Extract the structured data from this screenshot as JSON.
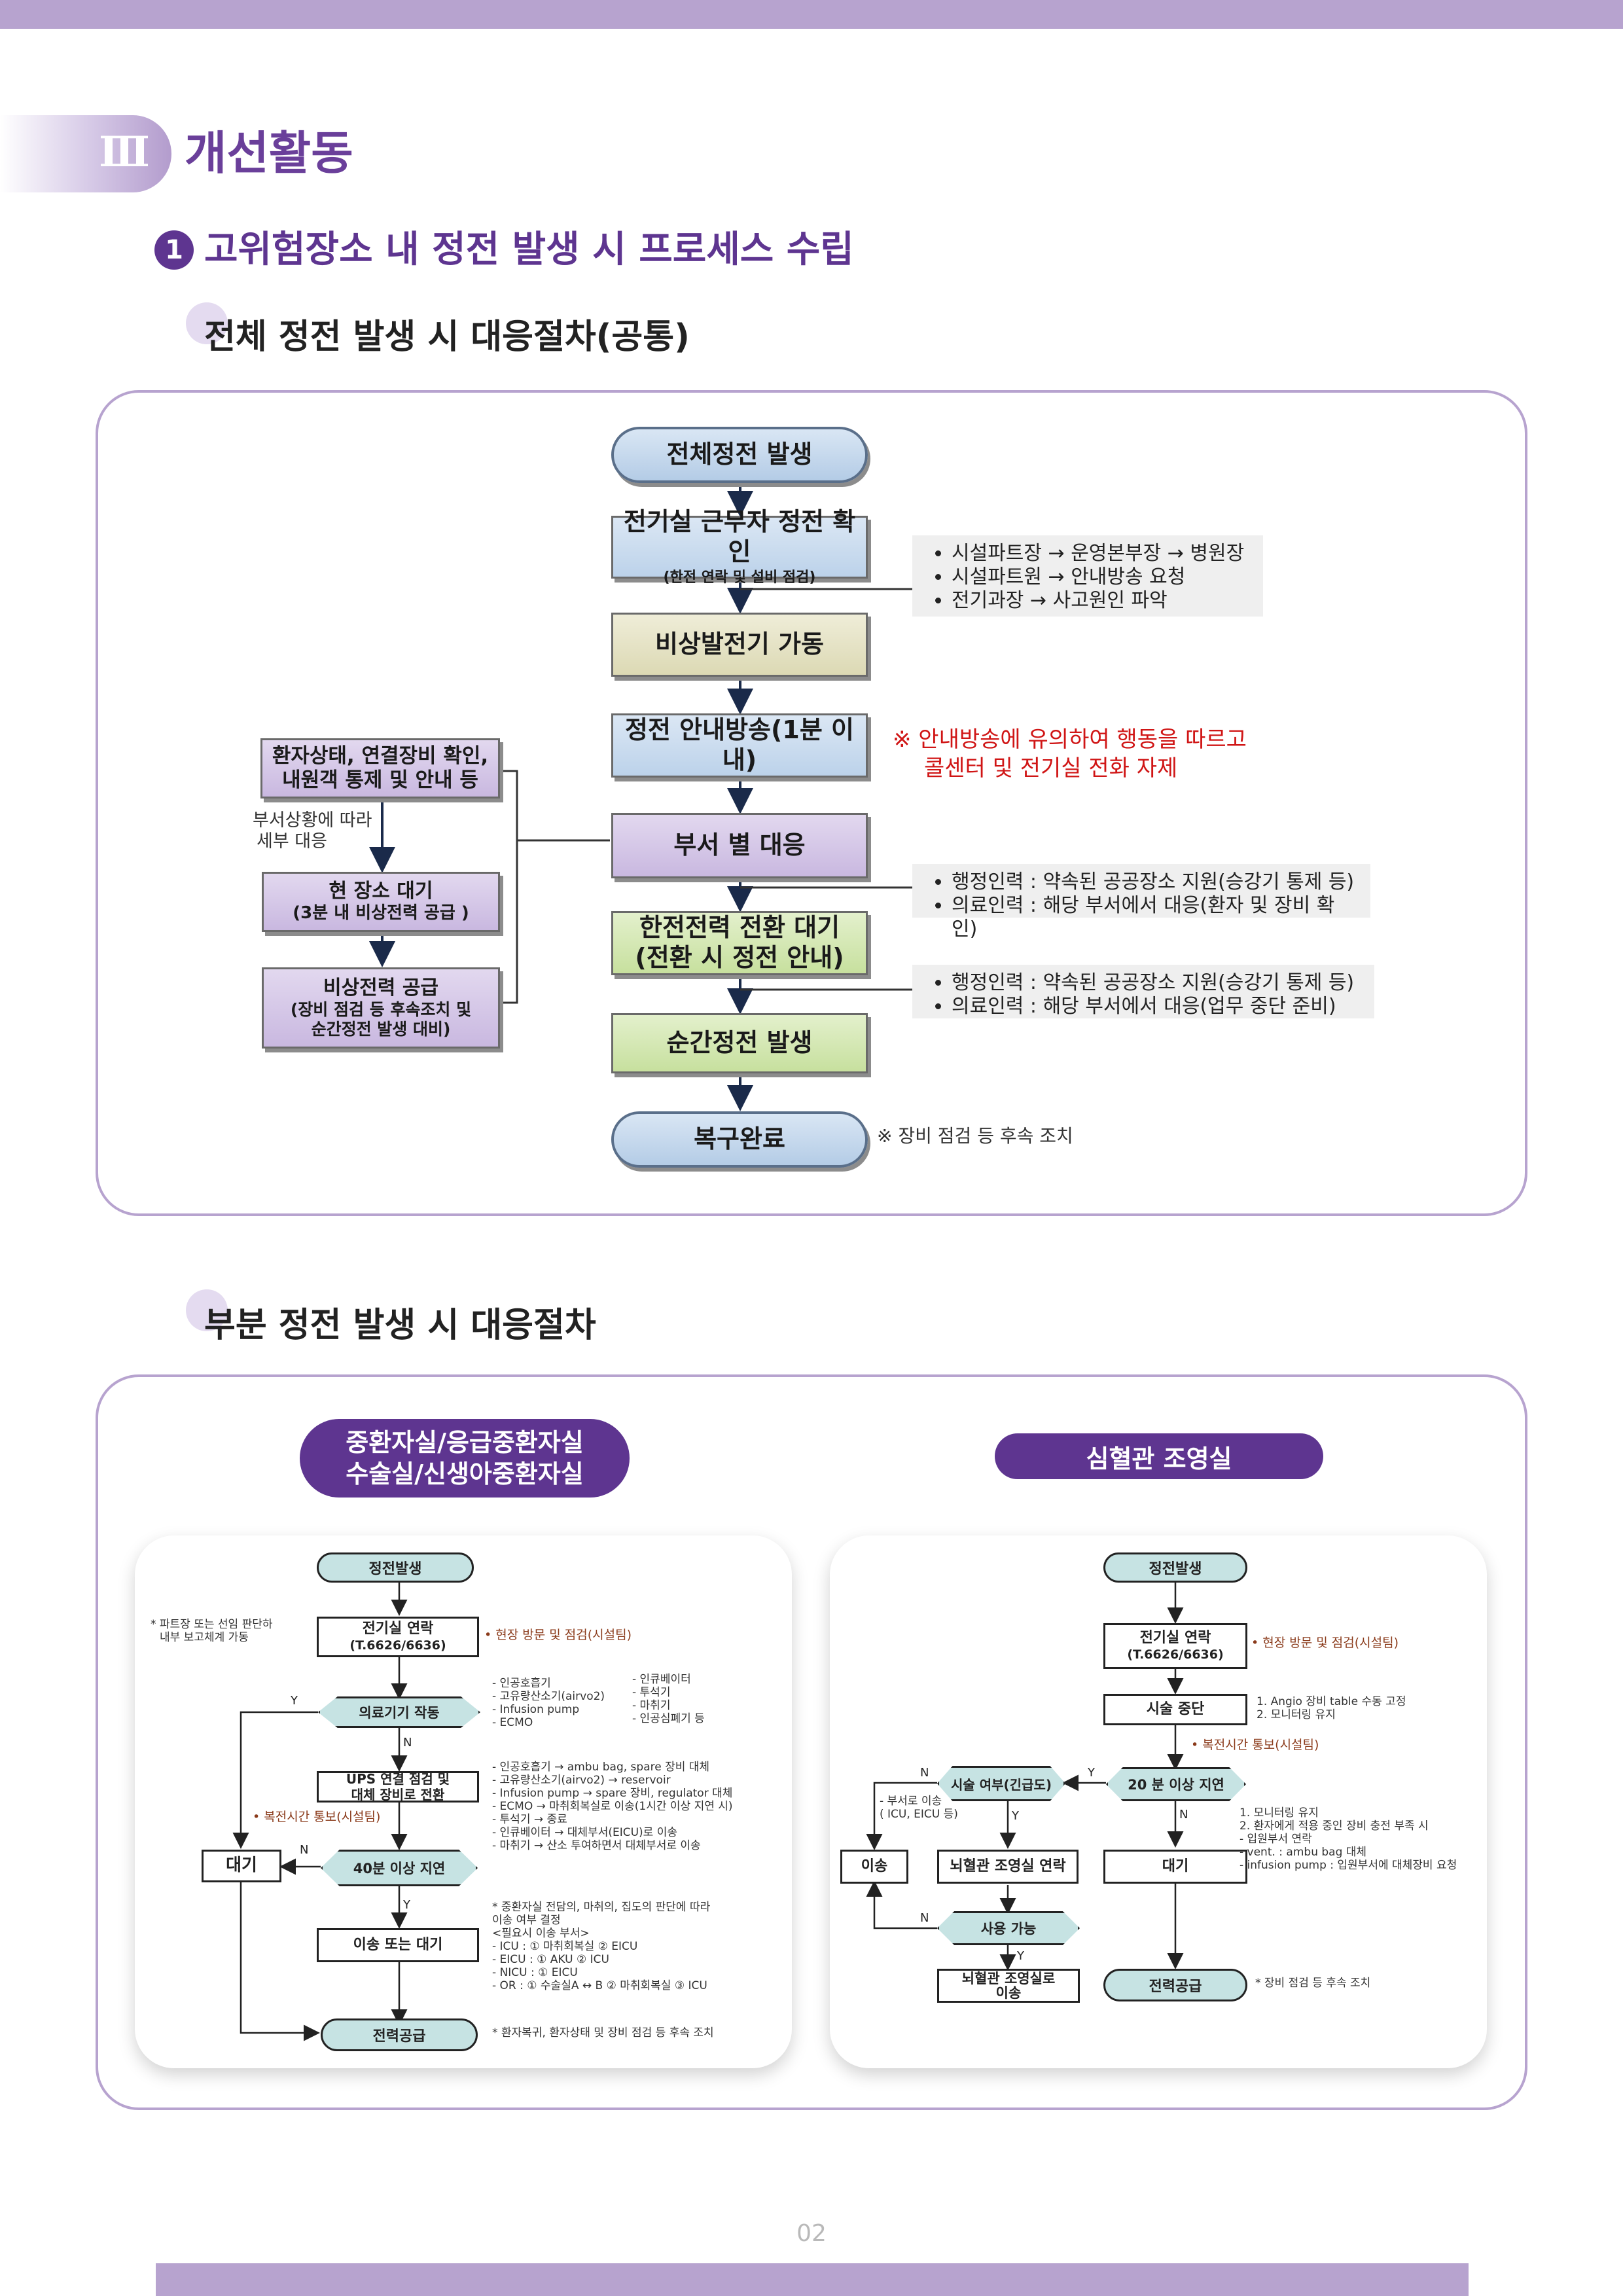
{
  "section": {
    "number": "Ⅲ",
    "title": "개선활동"
  },
  "subsection": {
    "number": "1",
    "title": "고위험장소 내 정전 발생 시 프로세스 수립"
  },
  "total": {
    "heading": "전체 정전 발생 시 대응절차(공통)",
    "start": "전체정전 발생",
    "step1": {
      "main": "전기실 근무자 정전 확인",
      "sub": "(한전 연락 및 설비 점검)"
    },
    "step2": "비상발전기 가동",
    "step3": "정전 안내방송(1분 이내)",
    "step4": "부서 별 대응",
    "step5": {
      "line1": "한전전력 전환 대기",
      "line2": "(전환 시 정전 안내)"
    },
    "step6": "순간정전 발생",
    "end": "복구완료",
    "note1": [
      "시설파트장 → 운영본부장 → 병원장",
      "시설파트원 → 안내방송 요청",
      "전기과장 → 사고원인 파악"
    ],
    "red_note": {
      "line1": "※  안내방송에 유의하여 행동을 따르고",
      "line2": "콜센터 및 전기실 전화 자제"
    },
    "note2": [
      "행정인력 : 약속된 공공장소 지원(승강기 통제 등)",
      "의료인력 : 해당 부서에서 대응(환자 및 장비 확인)"
    ],
    "note3": [
      "행정인력 : 약속된 공공장소 지원(승강기 통제 등)",
      "의료인력 : 해당 부서에서 대응(업무 중단 준비)"
    ],
    "end_note": "※ 장비 점검 등 후속 조치",
    "left1": {
      "line1": "환자상태, 연결장비 확인,",
      "line2": "내원객 통제 및 안내 등"
    },
    "left_label": {
      "line1": "부서상황에 따라",
      "line2": "세부 대응"
    },
    "left2": {
      "line1": "현 장소 대기",
      "line2": "(3분 내 비상전력 공급 )"
    },
    "left3": {
      "line1": "비상전력 공급",
      "line2": "(장비 점검 등 후속조치 및",
      "line3": "순간정전 발생 대비)"
    }
  },
  "partial": {
    "heading": "부분 정전 발생 시 대응절차",
    "pill_left": {
      "line1": "중환자실/응급중환자실",
      "line2": "수술실/신생아중환자실"
    },
    "pill_right": "심혈관 조영실",
    "icu": {
      "start": "정전발생",
      "contact": {
        "line1": "전기실 연락",
        "line2": "(T.6626/6636)"
      },
      "left_note": {
        "line1": "* 파트장 또는 선임 판단하",
        "line2": "내부 보고체계 가동"
      },
      "visit": "• 현장 방문 및 점검(시설팀)",
      "decision1": "의료기기 작동",
      "list1a": [
        "- 인공호흡기",
        "- 고유량산소기(airvo2)",
        "- Infusion pump",
        "- ECMO"
      ],
      "list1b": [
        "- 인큐베이터",
        "- 투석기",
        "- 마취기",
        "- 인공심폐기 등"
      ],
      "ups": {
        "line1": "UPS 연결 점검 및",
        "line2": "대체 장비로 전환"
      },
      "list2": [
        "- 인공호흡기 → ambu bag, spare 장비 대체",
        "- 고유량산소기(airvo2) → reservoir",
        "- Infusion pump → spare 장비, regulator 대체",
        "- ECMO → 마취회복실로 이송(1시간 이상 지연 시)",
        "- 투석기 → 종료",
        "- 인큐베이터 → 대체부서(EICU)로 이송",
        "- 마취기 → 산소 투여하면서 대체부서로 이송"
      ],
      "notify": "• 복전시간 통보(시설팀)",
      "wait": "대기",
      "decision2": "40분 이상 지연",
      "transfer": "이송 또는 대기",
      "list3": [
        "* 중환자실 전담의, 마취의, 집도의 판단에 따라",
        "  이송 여부 결정",
        "  <필요시 이송 부서>",
        "- ICU    :  ① 마취회복실  ② EICU",
        "- EICU  :  ① AKU          ② ICU",
        "- NICU  :  ① EICU",
        "- OR : ① 수술실A ↔ B  ② 마취회복실  ③ ICU"
      ],
      "end": "전력공급",
      "end_note": "*  환자복귀, 환자상태 및 장비 점검 등 후속 조치",
      "y": "Y",
      "n": "N"
    },
    "cath": {
      "start": "정전발생",
      "contact": {
        "line1": "전기실 연락",
        "line2": "(T.6626/6636)"
      },
      "visit": "• 현장 방문 및 점검(시설팀)",
      "stop": "시술 중단",
      "stop_note": [
        "1.  Angio 장비 table 수동 고정",
        "2.  모니터링 유지"
      ],
      "notify": "• 복전시간 통보(시설팀)",
      "decision_delay": "20 분 이상 지연",
      "decision_proc": "시술 여부(긴급도)",
      "proc_note": [
        "- 부서로 이송",
        "  ( ICU, EICU 등)"
      ],
      "move": "이송",
      "contact2": "뇌혈관 조영실 연락",
      "wait": "대기",
      "wait_note": [
        "1.  모니터링 유지",
        "2.  환자에게 적용 중인 장비 충전 부족 시",
        "    - 입원부서 연락",
        "    - vent. : ambu bag 대체",
        "    - infusion pump : 입원부서에 대체장비 요청"
      ],
      "available": "사용 가능",
      "transfer": {
        "line1": "뇌혈관 조영실로",
        "line2": "이송"
      },
      "end": "전력공급",
      "end_note": "*  장비 점검 등 후속 조치",
      "y": "Y",
      "n": "N"
    }
  },
  "page_number": "02"
}
